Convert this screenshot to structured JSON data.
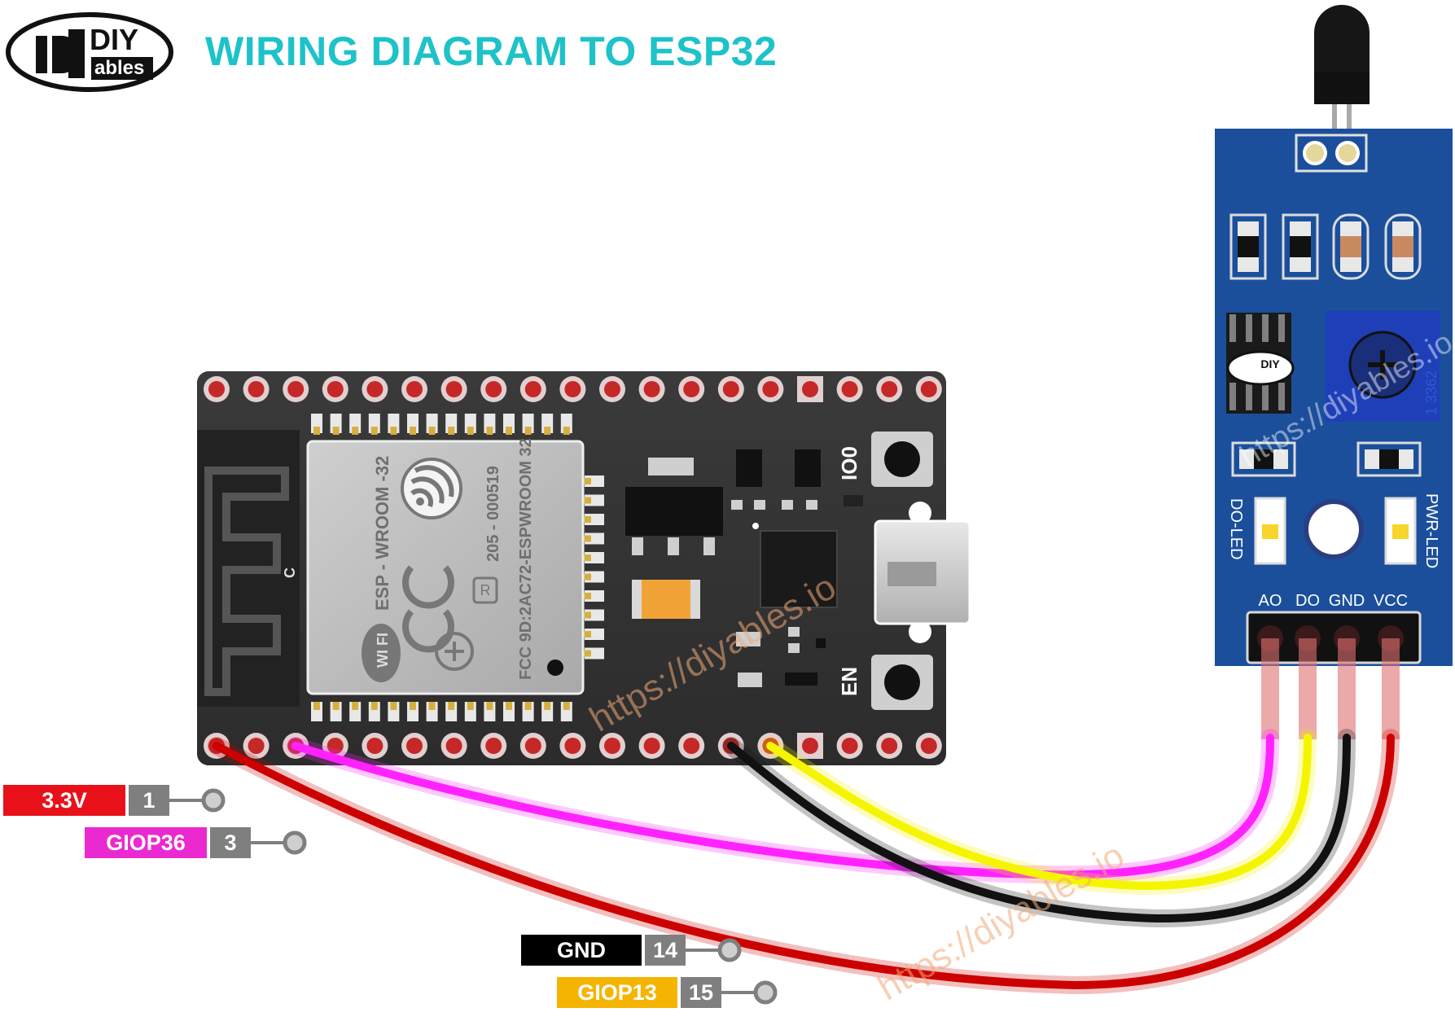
{
  "header": {
    "title": "WIRING DIAGRAM TO ESP32"
  },
  "logo": {
    "line1": "DIY",
    "line2": "ables"
  },
  "esp32": {
    "module_name": "ESP - WROOM -32",
    "cert_id": "205 - 000519",
    "fcc": "FCC 9D:2AC72-ESPWROOM 32",
    "button_top": "IO0",
    "button_bottom": "EN",
    "wifi_text": "WI FI",
    "antenna_mark": "C"
  },
  "sensor": {
    "pins": [
      "AO",
      "DO",
      "GND",
      "VCC"
    ],
    "led_left": "DO-LED",
    "led_right": "PWR-LED",
    "pot_code": "1 3362",
    "chip_logo": "DIY"
  },
  "pin_legend": [
    {
      "label": "3.3V",
      "number": "1",
      "color": "#e8111a",
      "text_color": "#ffffff"
    },
    {
      "label": "GIOP36",
      "number": "3",
      "color": "#ea2ad0",
      "text_color": "#ffffff"
    },
    {
      "label": "GND",
      "number": "14",
      "color": "#000000",
      "text_color": "#ffffff"
    },
    {
      "label": "GIOP13",
      "number": "15",
      "color": "#f5b400",
      "text_color": "#ffffff"
    }
  ],
  "watermark": "https://diyables.io",
  "wire_colors": {
    "vcc": "#cc0000",
    "ao": "#ff22ff",
    "gnd": "#111111",
    "do": "#f5f500"
  }
}
